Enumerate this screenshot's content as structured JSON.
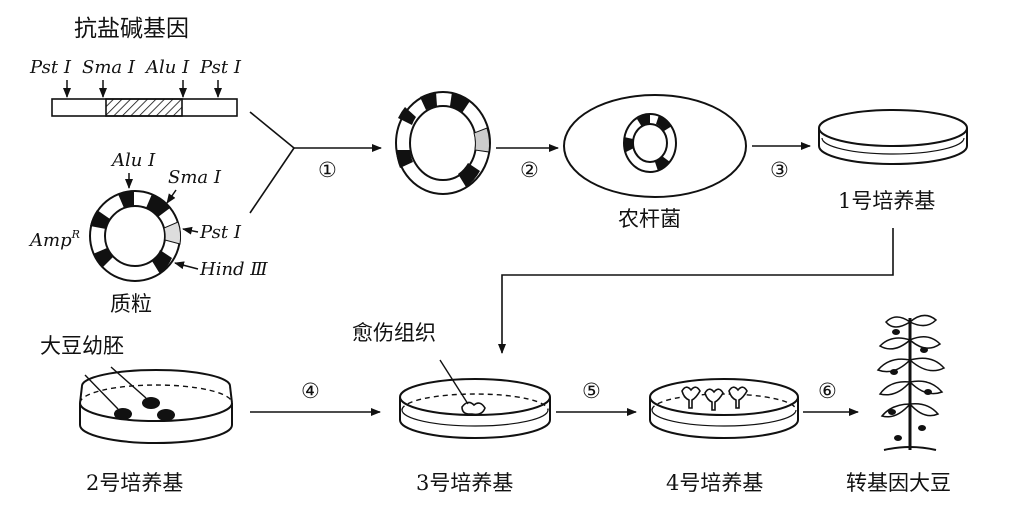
{
  "gene_label": "抗盐碱基因",
  "sites": {
    "pst1": "Pst Ⅰ",
    "sma": "Sma Ⅰ",
    "alu": "Alu Ⅰ",
    "pst2": "Pst Ⅰ"
  },
  "plasmid": {
    "alu": "Alu Ⅰ",
    "sma": "Sma Ⅰ",
    "pst": "Pst Ⅰ",
    "hind": "Hind Ⅲ",
    "amp": "Amp",
    "amp_sup": "R",
    "name": "质粒"
  },
  "steps": [
    "①",
    "②",
    "③",
    "④",
    "⑤",
    "⑥"
  ],
  "bacterium_label": "农杆菌",
  "dish1_label": "1号培养基",
  "embryo_label": "大豆幼胚",
  "dish2_label": "2号培养基",
  "callus_label": "愈伤组织",
  "dish3_label": "3号培养基",
  "dish4_label": "4号培养基",
  "plant_label": "转基因大豆",
  "colors": {
    "ink": "#111111",
    "background": "#ffffff"
  }
}
